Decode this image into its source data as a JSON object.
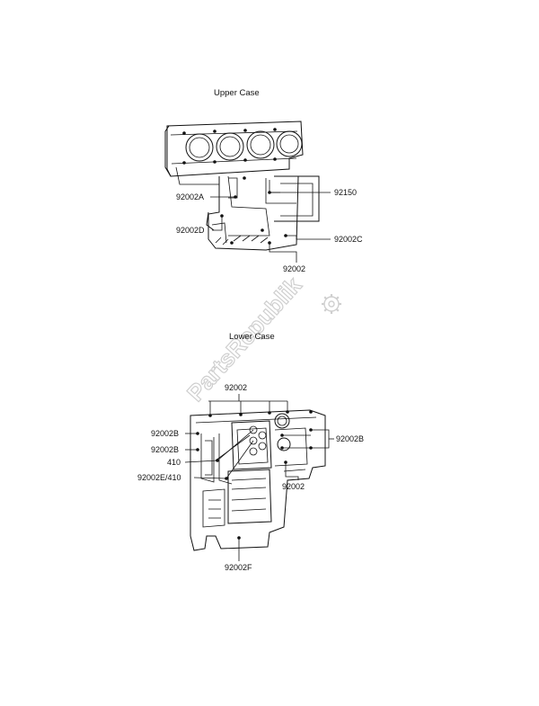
{
  "upper_case": {
    "title": "Upper Case",
    "labels": {
      "a": "92002A",
      "d": "92002D",
      "p92150": "92150",
      "c": "92002C",
      "plain": "92002"
    }
  },
  "lower_case": {
    "title": "Lower Case",
    "labels": {
      "top": "92002",
      "b_left_1": "92002B",
      "b_left_2": "92002B",
      "p410": "410",
      "e410": "92002E/410",
      "b_right": "92002B",
      "plain_right": "92002",
      "f": "92002F"
    }
  },
  "watermark": {
    "text": "PartsRepublik"
  }
}
